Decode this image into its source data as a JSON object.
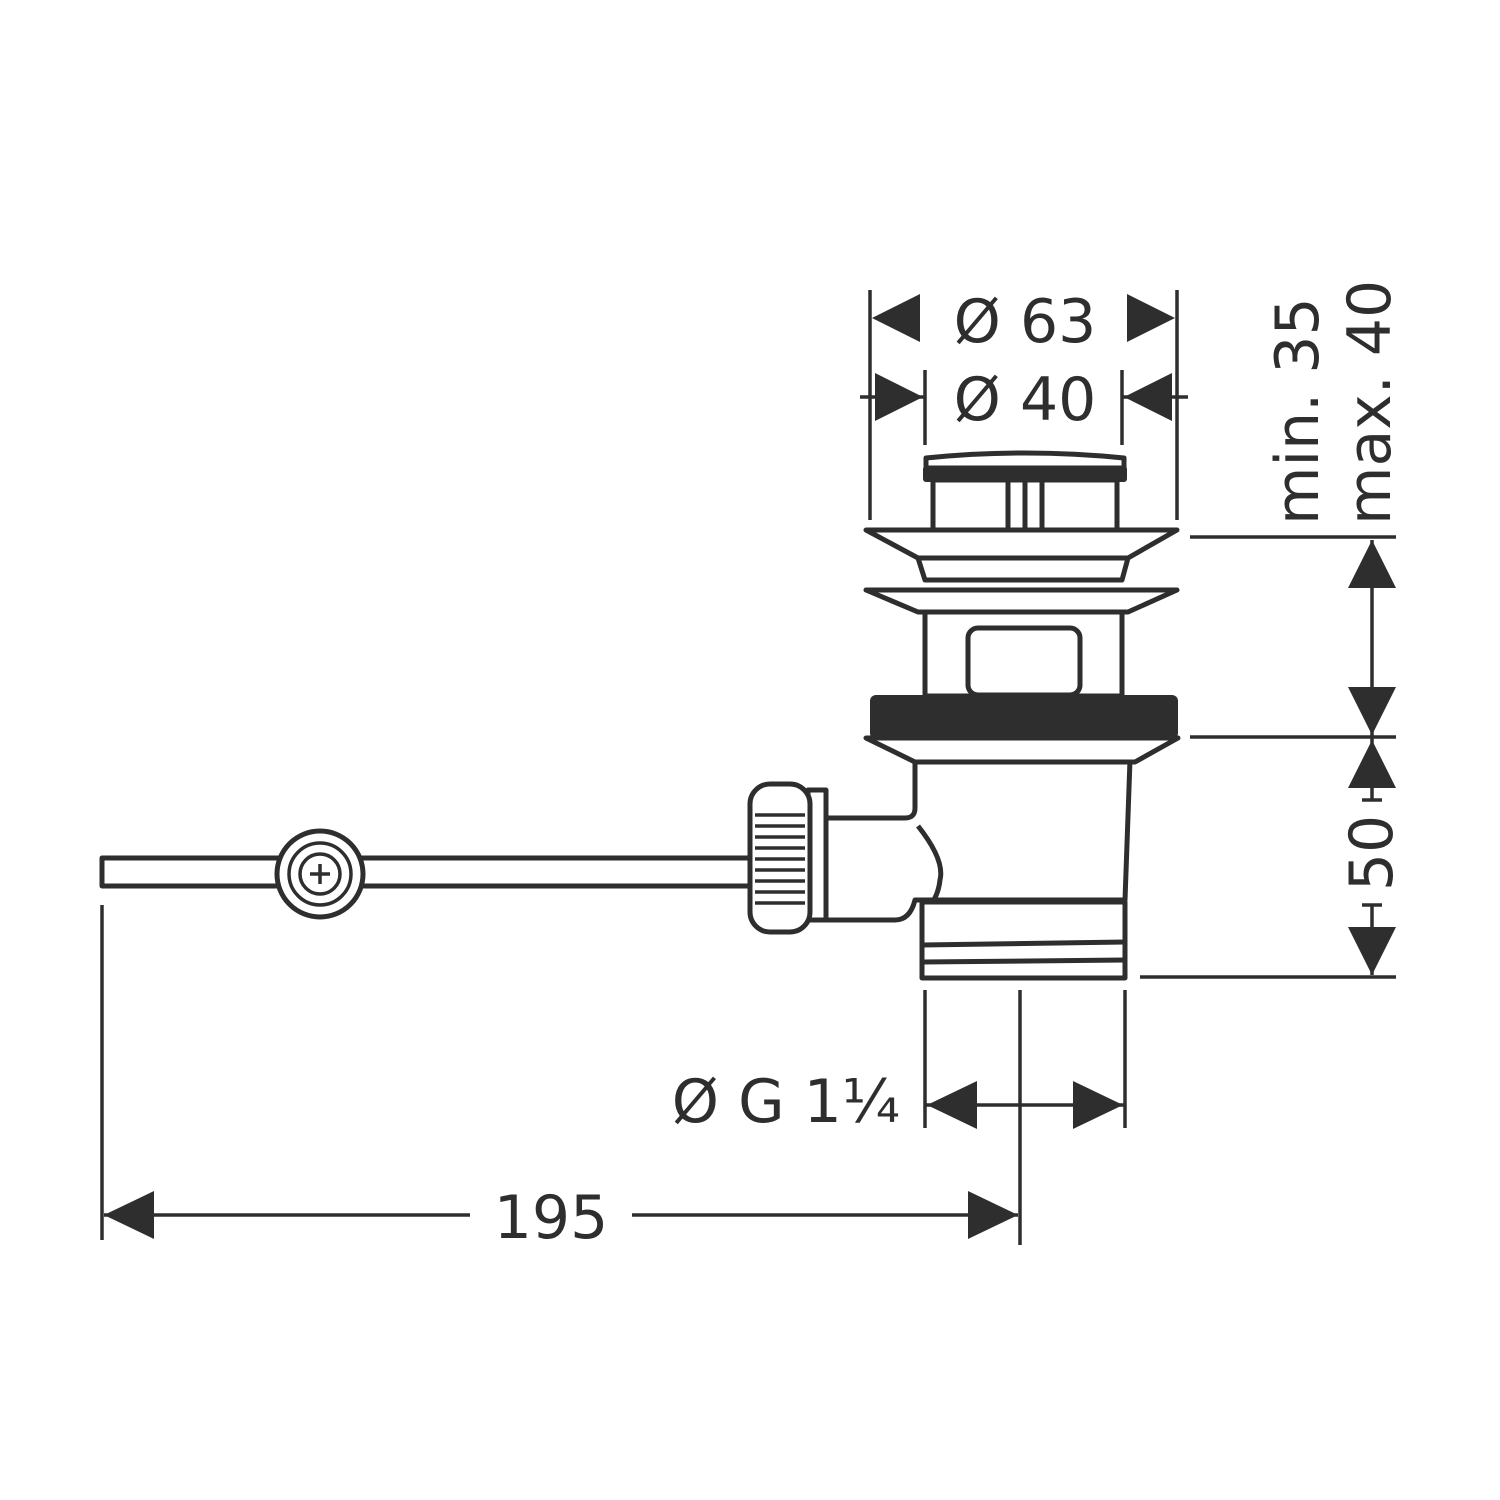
{
  "dimensions": {
    "flange_diameter": "Ø 63",
    "plug_diameter": "Ø 40",
    "min_thickness": "min. 35",
    "max_thickness": "max. 40",
    "body_height": "50",
    "thread_size": "Ø G 1¼",
    "rod_length": "195"
  },
  "colors": {
    "line": "#2e2e2e",
    "background": "#ffffff"
  }
}
